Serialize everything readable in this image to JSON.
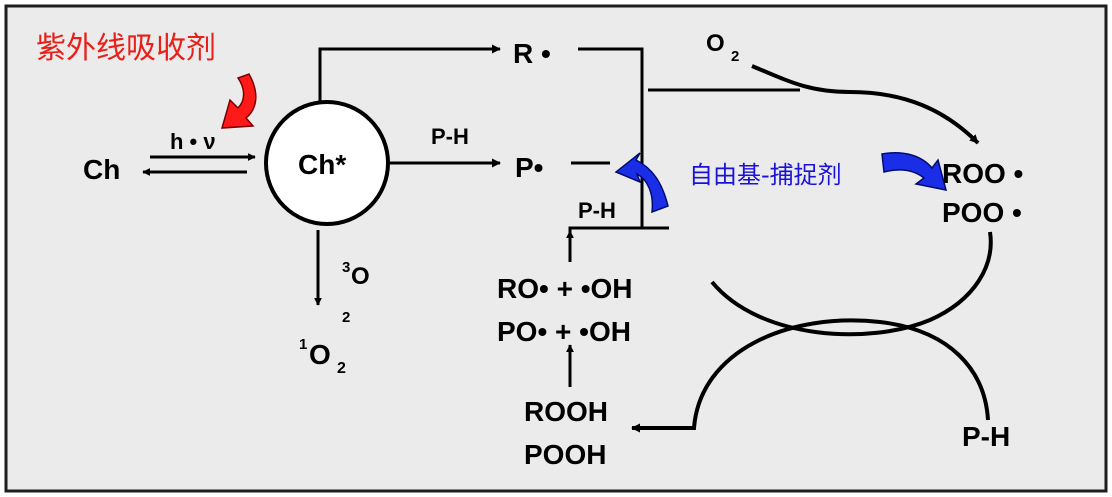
{
  "colors": {
    "panel_bg": "#ebebeb",
    "panel_border": "#1e1e1e",
    "uv_absorber_label": "#e8201a",
    "uv_arrow": "#ff1a1a",
    "scavenger_label": "#1a12d8",
    "scavenger_arrow": "#1a2ee8",
    "ink": "#000000"
  },
  "labels": {
    "uv_absorber": "紫外线吸收剂",
    "ch": "Ch",
    "hv": "h • ν",
    "ch_star": "Ch*",
    "ph_top": "P-H",
    "r_radical": "R •",
    "p_radical": "P•",
    "o2_top": "O",
    "o2_top_sub": "2",
    "triplet_o2_sup": "3",
    "triplet_o2": "O",
    "triplet_o2_sub": "2",
    "singlet_o2_sup": "1",
    "singlet_o2": "O",
    "singlet_o2_sub": "2",
    "radical_scavenger": "自由基-捕捉剂",
    "roo": "ROO •",
    "poo": "POO •",
    "ph_mid": "P-H",
    "ro_oh": "RO• + •OH",
    "po_oh": "PO• + •OH",
    "rooh": "ROOH",
    "pooh": "POOH",
    "ph_bottom": "P-H"
  },
  "icons": {
    "uv_arrow": "curved-arrow-red",
    "scavenger_left_arrow": "curved-arrow-blue",
    "scavenger_right_arrow": "curved-arrow-blue"
  }
}
